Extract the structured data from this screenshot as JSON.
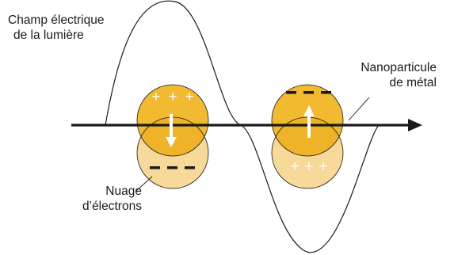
{
  "labels": {
    "light_field": [
      "Champ électrique",
      "de la lumière"
    ],
    "nanoparticle": [
      "Nanoparticule",
      "de métal"
    ],
    "electron_cloud": [
      "Nuage",
      "d’électrons"
    ]
  },
  "charges": {
    "positive_group": [
      "+",
      "+",
      "+"
    ],
    "negative_group": [
      "−",
      "−",
      "−"
    ]
  },
  "particles": [
    {
      "name": "left",
      "field_direction": "down",
      "top_charge": "positive",
      "bottom_charge": "negative"
    },
    {
      "name": "right",
      "field_direction": "up",
      "top_charge": "negative",
      "bottom_charge": "positive"
    }
  ],
  "colors": {
    "cloud_dark": "#f0b41e",
    "cloud_light": "#f6d58e",
    "outline": "#1a1a1a",
    "charge_on_cloud": "#ffffff",
    "charge_on_light": "#1a1a1a",
    "axis": "#1a1a1a"
  }
}
